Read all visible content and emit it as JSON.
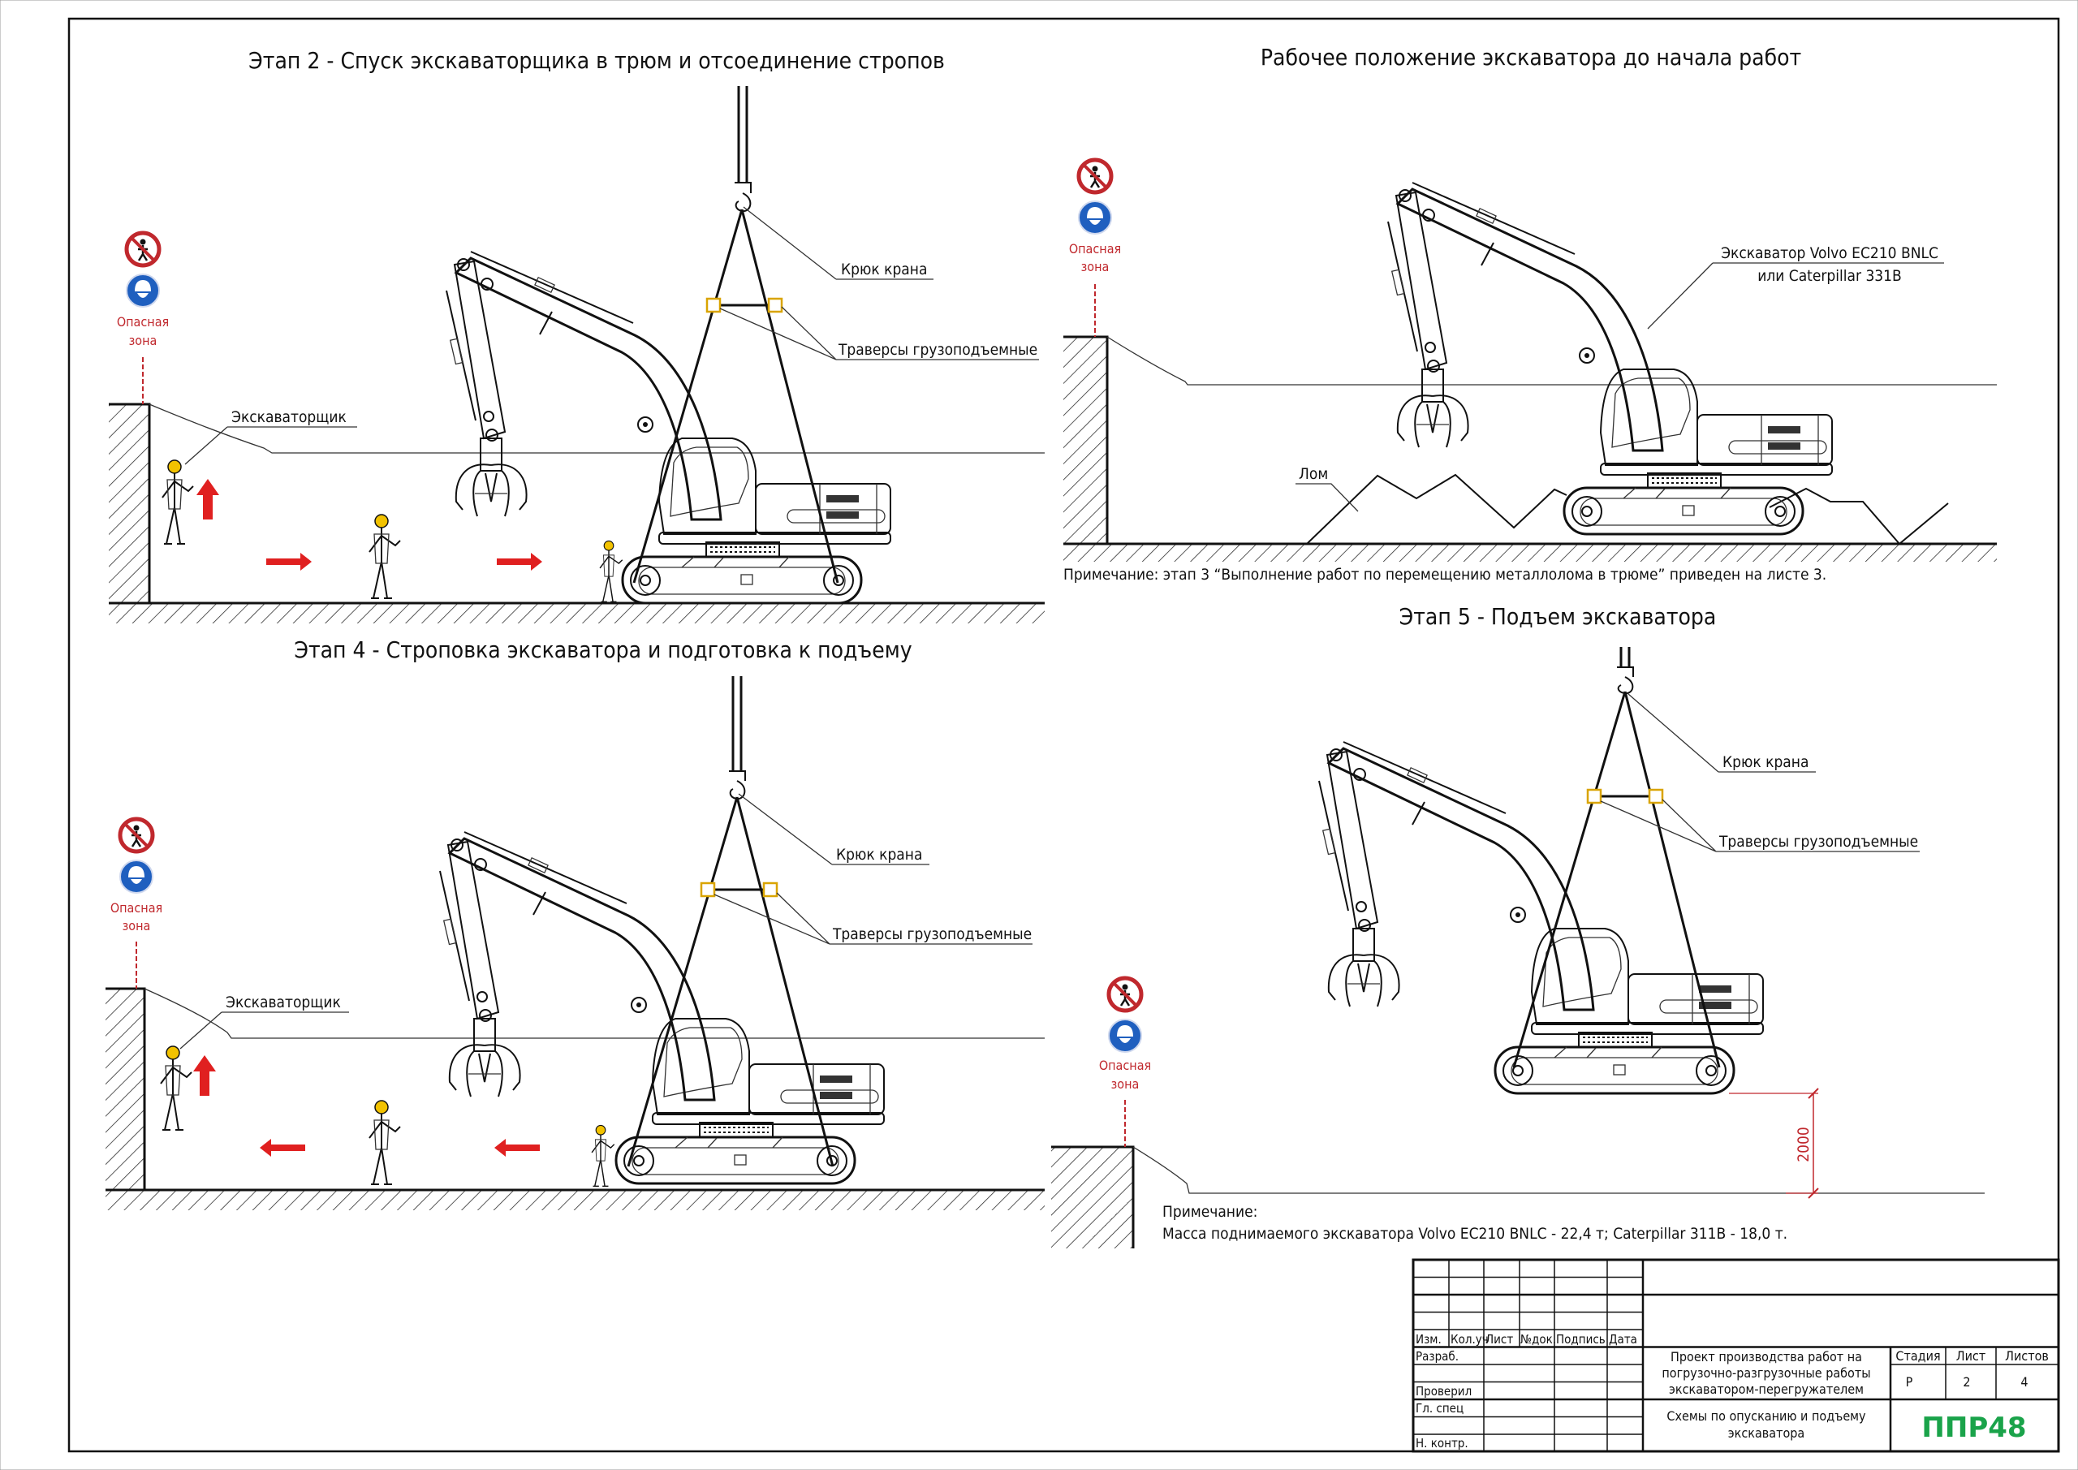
{
  "panels": {
    "stage2": {
      "title": "Этап 2 - Спуск экскаваторщика в трюм и отсоединение стропов",
      "hook_label": "Крюк крана",
      "traverse_label": "Траверсы грузоподъемные",
      "operator_label": "Экскаваторщик",
      "zone_label_1": "Опасная",
      "zone_label_2": "зона",
      "arrow_direction": "right"
    },
    "working_position": {
      "title": "Рабочее положение экскаватора до начала работ",
      "excavator_label_1": "Экскаватор Volvo EC210 BNLC",
      "excavator_label_2": "или Caterpillar 331B",
      "scrap_label": "Лом",
      "zone_label_1": "Опасная",
      "zone_label_2": "зона",
      "note": "Примечание: этап 3 “Выполнение работ по перемещению металлолома в трюме” приведен на листе 3."
    },
    "stage4": {
      "title": "Этап 4 - Строповка экскаватора и подготовка к подъему",
      "hook_label": "Крюк крана",
      "traverse_label": "Траверсы грузоподъемные",
      "operator_label": "Экскаваторщик",
      "zone_label_1": "Опасная",
      "zone_label_2": "зона",
      "arrow_direction": "left"
    },
    "stage5": {
      "title": "Этап 5 - Подъем экскаватора",
      "hook_label": "Крюк крана",
      "traverse_label": "Траверсы грузоподъемные",
      "zone_label_1": "Опасная",
      "zone_label_2": "зона",
      "dimension": "2000",
      "note_title": "Примечание:",
      "note_text": "Масса поднимаемого экскаватора Volvo EC210 BNLC - 22,4 т; Caterpillar 311B - 18,0 т."
    }
  },
  "icons": [
    "no-entry-person-icon",
    "hard-hat-required-icon",
    "crane-hook-icon",
    "direction-arrow-icon"
  ],
  "colors": {
    "danger": "#c0282d",
    "mandatory": "#1f5fbf",
    "traverse": "#d9a400",
    "arrow": "#e02020",
    "logo": "#1aa34a"
  },
  "title_block": {
    "headers": [
      "Изм.",
      "Кол.уч",
      "Лист",
      "№док.",
      "Подпись",
      "Дата"
    ],
    "roles": [
      "Разраб.",
      "Проверил",
      "Гл. спец",
      "Н. контр."
    ],
    "project_lines": [
      "Проект производства работ на",
      "погрузочно-разгрузочные работы",
      "экскаватором-перегружателем"
    ],
    "sheet_title_lines": [
      "Схемы по опусканию и подъему",
      "экскаватора"
    ],
    "stage_header": "Стадия",
    "sheet_header": "Лист",
    "sheets_header": "Листов",
    "stage": "Р",
    "sheet": "2",
    "sheets": "4",
    "logo": "ППР48"
  }
}
